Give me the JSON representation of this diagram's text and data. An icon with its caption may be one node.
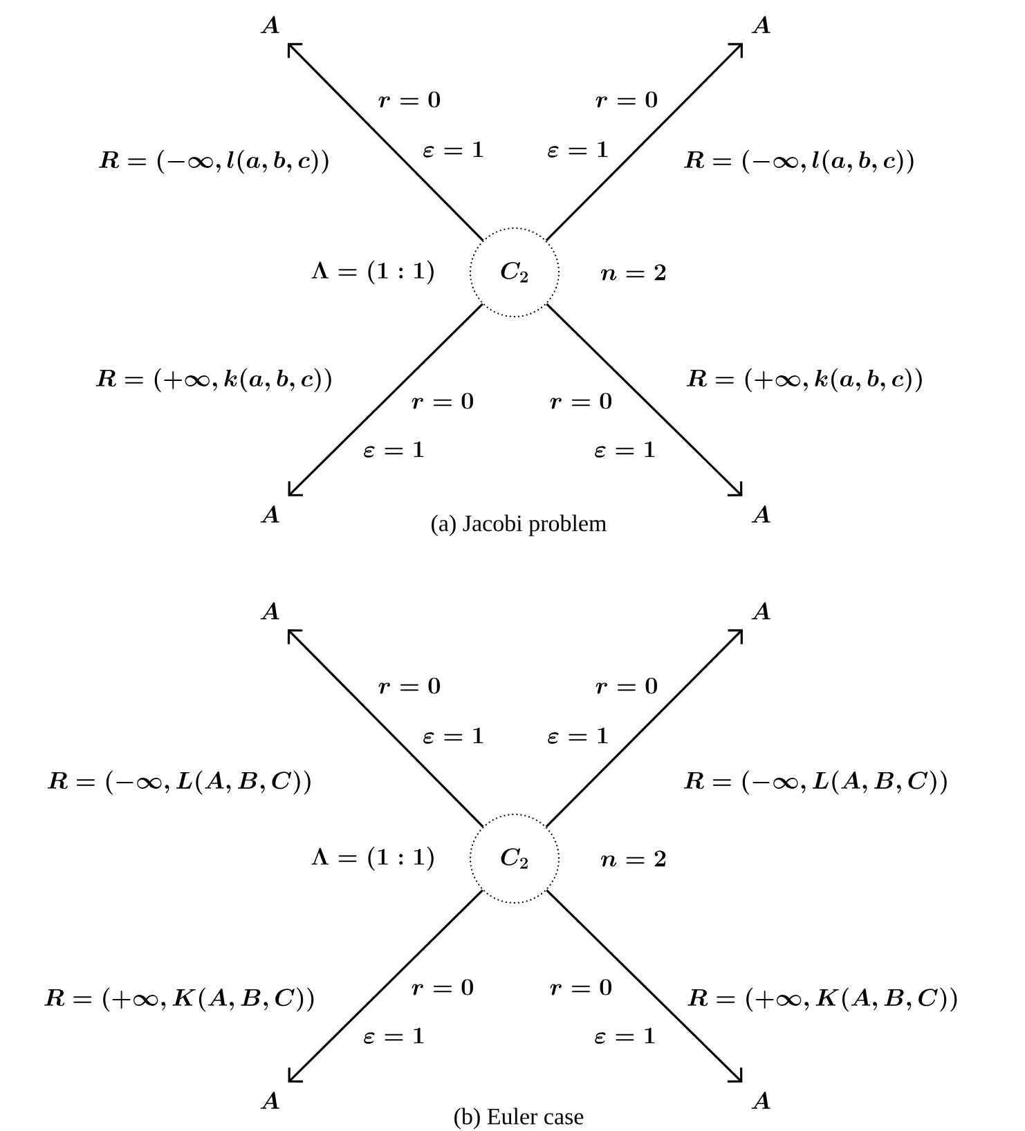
{
  "diagram": {
    "nodes": [
      {
        "text": [
          "A"
        ]
      },
      {
        "text": [
          "A"
        ]
      },
      {
        "text": [
          "C_2"
        ],
        "beside": [
          "\\Lambda = (1:1)",
          "n = 2"
        ]
      },
      {
        "text": [
          "A"
        ]
      },
      {
        "text": [
          "A"
        ]
      },
      {
        "text": [
          "A"
        ]
      },
      {
        "text": [
          "A"
        ]
      },
      {
        "text": [
          "C_2"
        ],
        "beside": [
          "\\Lambda = (1:1)",
          "n = 2"
        ]
      },
      {
        "text": [
          "A"
        ]
      },
      {
        "text": [
          "A"
        ]
      }
    ],
    "edges": [
      {
        "from": 2,
        "to": 0,
        "arrow": "to"
      },
      {
        "from": 2,
        "to": 1,
        "arrow": "to"
      },
      {
        "from": 2,
        "to": 3,
        "arrow": "to"
      },
      {
        "from": 2,
        "to": 4,
        "arrow": "to"
      },
      {
        "from": 7,
        "to": 5,
        "arrow": "to"
      },
      {
        "from": 7,
        "to": 6,
        "arrow": "to"
      },
      {
        "from": 7,
        "to": 8,
        "arrow": "to"
      },
      {
        "from": 7,
        "to": 9,
        "arrow": "to"
      }
    ],
    "labels": [
      "r=0",
      "r=0",
      "R = (-\\infty, l(a,b,c))",
      "\\varepsilon=1",
      "\\varepsilon=1",
      "R = (-\\infty, l(a,b,c))",
      "R = (+\\infty, k(a,b,c))",
      "R = (+\\infty, k(a,b,c))",
      "r=0",
      "r=0",
      "\\varepsilon=1",
      "\\varepsilon=1",
      "(a) Jacobi problem",
      "r=0",
      "r=0",
      "R = (-\\infty, L(A,B,C))",
      "\\varepsilon=1",
      "\\varepsilon=1",
      "R = (-\\infty, L(A,B,C))",
      "R = (+\\infty, K(A,B,C))",
      "R = (+\\infty, K(A,B,C))",
      "r=0",
      "r=0",
      "\\varepsilon=1",
      "\\varepsilon=1",
      "(b) Euler case"
    ]
  }
}
